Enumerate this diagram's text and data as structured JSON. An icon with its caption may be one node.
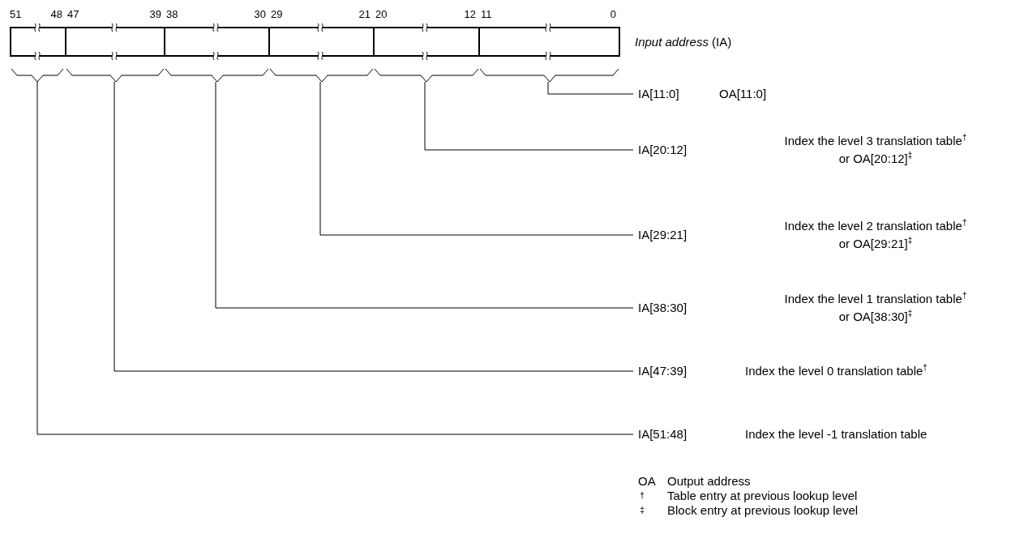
{
  "diagram": {
    "nodes": [
      {
        "text": [],
        "shape": "box",
        "beside": [
          "*Input address* (IA)"
        ]
      },
      {
        "text": [
          "51",
          "48"
        ],
        "in": 0
      },
      {
        "text": [
          "47",
          "39"
        ],
        "in": 0
      },
      {
        "text": [
          "38",
          "30"
        ],
        "in": 0
      },
      {
        "text": [
          "29",
          "21"
        ],
        "in": 0
      },
      {
        "text": [
          "20",
          "12"
        ],
        "in": 0
      },
      {
        "text": [
          "11",
          "0"
        ],
        "in": 0
      },
      {
        "text": [
          "IA[11:0]"
        ],
        "beside": [
          "OA[11:0]"
        ]
      },
      {
        "text": [
          "IA[20:12]"
        ]
      },
      {
        "text": [
          "IA[29:21]"
        ]
      },
      {
        "text": [
          "IA[38:30]"
        ]
      },
      {
        "text": [
          "IA[47:39]"
        ]
      },
      {
        "text": [
          "IA[51:48]"
        ]
      }
    ],
    "edges": [
      {
        "from": 7,
        "to": 6,
        "arrow": "none"
      },
      {
        "from": 8,
        "to": 5,
        "arrow": "none"
      },
      {
        "from": 9,
        "to": 4,
        "arrow": "none"
      },
      {
        "from": 10,
        "to": 3,
        "arrow": "none"
      },
      {
        "from": 11,
        "to": 2,
        "arrow": "none"
      },
      {
        "from": 12,
        "to": 1,
        "arrow": "none"
      }
    ],
    "labels": [
      "Index the level 3 translation table$^{†}$ or OA[20:12]$^{‡}$",
      "Index the level 2 translation table$^{†}$ or OA[29:21]$^{‡}$",
      "Index the level 1 translation table$^{†}$ or OA[38:30]$^{‡}$",
      "Index the level 0 translation table$^{†}$",
      "Index the level -1 translation table",
      "OA",
      "Output address",
      "†",
      "Table entry at previous lookup level",
      "‡",
      "Block entry at previous lookup level"
    ]
  }
}
